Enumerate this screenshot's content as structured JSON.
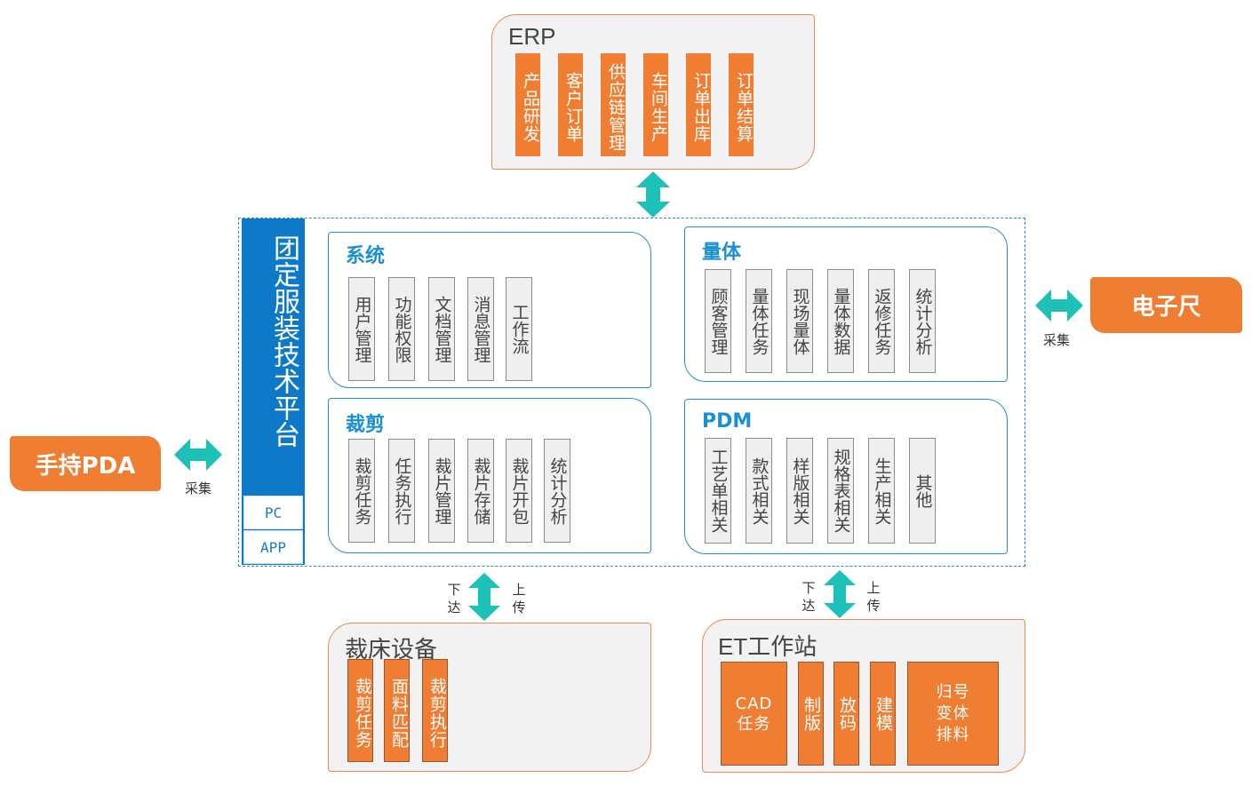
{
  "erp": {
    "title": "ERP",
    "items": [
      "产品研发",
      "客户订单",
      "供应链管理",
      "车间生产",
      "订单出库",
      "订单结算"
    ]
  },
  "platform": {
    "title": "团定服装技术平台",
    "tabs": [
      "PC",
      "APP"
    ]
  },
  "modules": {
    "system": {
      "title": "系统",
      "items": [
        "用户管理",
        "功能权限",
        "文档管理",
        "消息管理",
        "工作流"
      ]
    },
    "measure": {
      "title": "量体",
      "items": [
        "顾客管理",
        "量体任务",
        "现场量体",
        "量体数据",
        "返修任务",
        "统计分析"
      ]
    },
    "cutting": {
      "title": "裁剪",
      "items": [
        "裁剪任务",
        "任务执行",
        "裁片管理",
        "裁片存储",
        "裁片开包",
        "统计分析"
      ]
    },
    "pdm": {
      "title": "PDM",
      "items": [
        "工艺单相关",
        "款式相关",
        "样版相关",
        "规格表相关",
        "生产相关",
        "其他"
      ]
    }
  },
  "external": {
    "ruler": {
      "label": "电子尺",
      "caption": "采集"
    },
    "pda": {
      "label": "手持PDA",
      "caption": "采集"
    }
  },
  "cut_equipment": {
    "title": "裁床设备",
    "items": [
      "裁剪任务",
      "面料匹配",
      "裁剪执行"
    ],
    "down": "下达",
    "up": "上传"
  },
  "et_station": {
    "title": "ET工作站",
    "items": [
      "CAD任务",
      "制版",
      "放码",
      "建模",
      "归号变体排料"
    ],
    "down": "下达",
    "up": "上传"
  },
  "colors": {
    "orange": "#ef7d32",
    "blue": "#0e79c6",
    "teal": "#1ec1b8"
  }
}
